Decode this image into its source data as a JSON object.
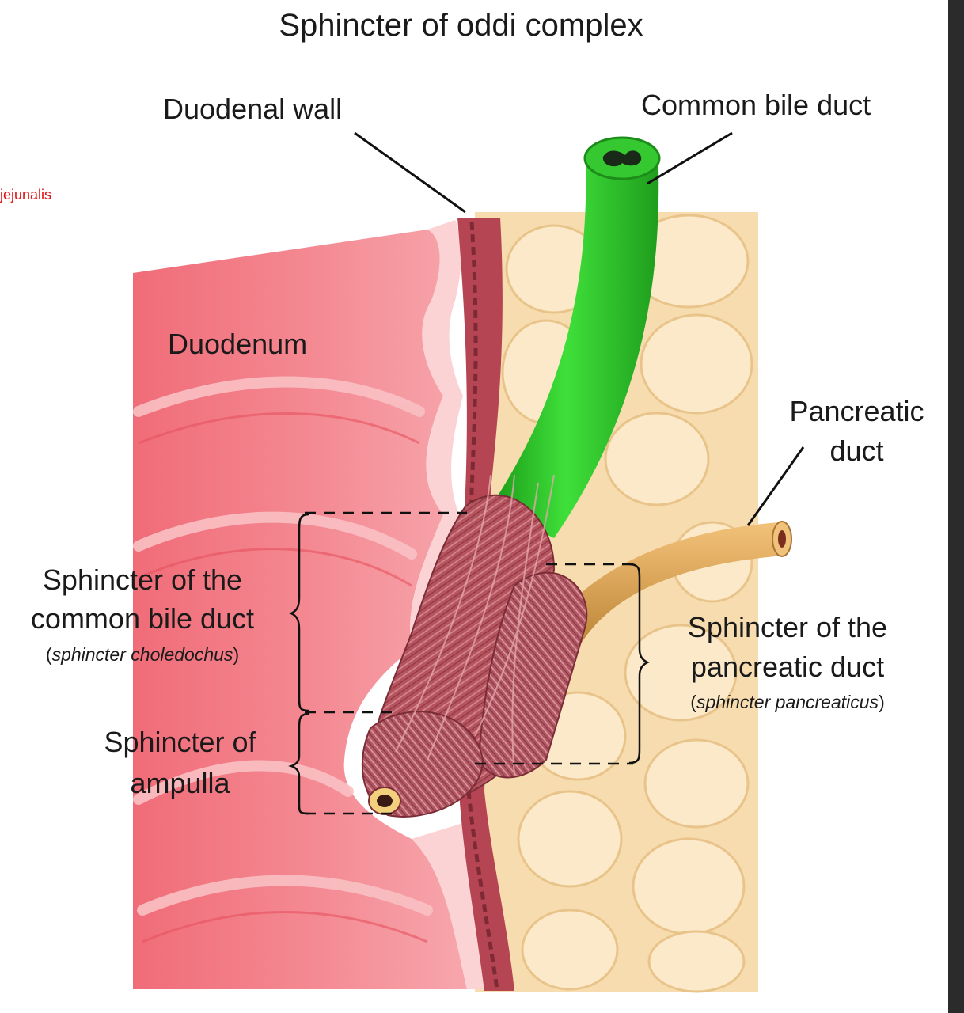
{
  "title": "Sphincter of oddi complex",
  "side_note": "jejunalis",
  "labels": {
    "duodenal_wall": "Duodenal wall",
    "common_bile_duct": "Common bile duct",
    "duodenum": "Duodenum",
    "pancreatic_duct_1": "Pancreatic",
    "pancreatic_duct_2": "duct",
    "sph_cbd_1": "Sphincter of the",
    "sph_cbd_2": "common bile duct",
    "sph_cbd_latin": "sphincter choledochus",
    "sph_pd_1": "Sphincter of the",
    "sph_pd_2": "pancreatic duct",
    "sph_pd_latin": "sphincter pancreaticus",
    "sph_amp_1": "Sphincter of",
    "sph_amp_2": "ampulla"
  },
  "colors": {
    "duodenum": "#f07c86",
    "duodenum_fold": "#f9b1b6",
    "wall": "#b64553",
    "pancreas": "#f7ddb0",
    "bile_duct": "#2ec82a",
    "pancreatic_duct": "#d9a85a",
    "sphincter": "#b15761",
    "side_note": "#e01010"
  }
}
